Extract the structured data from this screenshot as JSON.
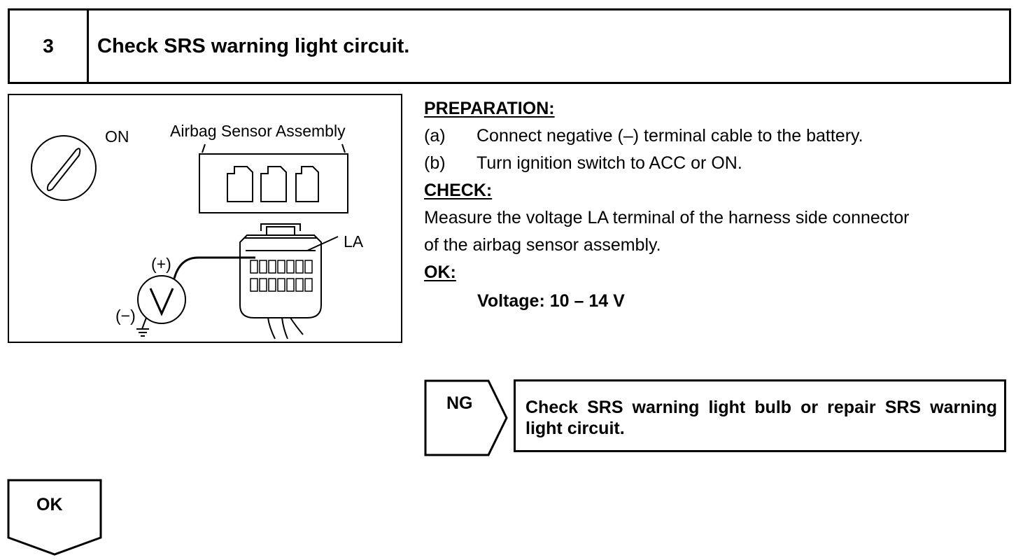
{
  "step": {
    "number": "3",
    "title": "Check SRS warning light circuit."
  },
  "diagram": {
    "ignition_label": "ON",
    "sensor_label": "Airbag Sensor Assembly",
    "terminal_label": "LA",
    "plus_label": "(+)",
    "minus_label": "(−)",
    "meter_symbol": "V",
    "icons": [
      "ignition-key-icon",
      "voltmeter-icon",
      "ground-icon",
      "connector-icon"
    ]
  },
  "preparation": {
    "heading": "PREPARATION:",
    "steps": [
      {
        "mark": "(a)",
        "text": "Connect negative (–) terminal cable to the battery."
      },
      {
        "mark": "(b)",
        "text": "Turn ignition switch to ACC or ON."
      }
    ]
  },
  "check": {
    "heading": "CHECK:",
    "line1": "Measure the voltage LA terminal of the harness side connector",
    "line2": "of the airbag sensor assembly."
  },
  "ok_spec": {
    "heading": "OK:",
    "value": "Voltage: 10 – 14 V"
  },
  "ng": {
    "label": "NG",
    "result": "Check SRS warning light bulb or repair SRS warning light circuit."
  },
  "ok": {
    "label": "OK"
  }
}
